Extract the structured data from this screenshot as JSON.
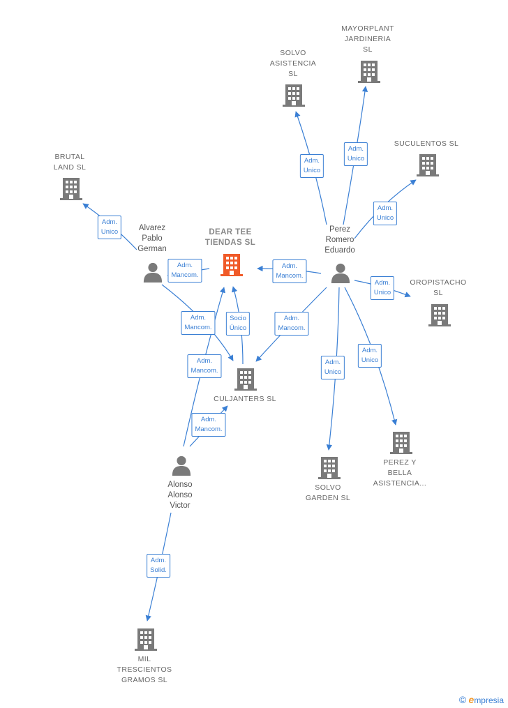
{
  "colors": {
    "edge": "#3a7fd4",
    "company": "#7a7a7a",
    "main": "#f05a28",
    "person": "#7a7a7a"
  },
  "nodes": {
    "dear_tee": {
      "label": "DEAR TEE\nTIENDAS  SL",
      "type": "main"
    },
    "culjanters": {
      "label": "CULJANTERS SL",
      "type": "company"
    },
    "solvo_asist": {
      "label": "SOLVO\nASISTENCIA\nSL",
      "type": "company"
    },
    "mayorplant": {
      "label": "MAYORPLANT\nJARDINERIA\nSL",
      "type": "company"
    },
    "suculentos": {
      "label": "SUCULENTOS SL",
      "type": "company"
    },
    "brutal": {
      "label": "BRUTAL\nLAND  SL",
      "type": "company"
    },
    "oropistacho": {
      "label": "OROPISTACHO\nSL",
      "type": "company"
    },
    "solvo_garden": {
      "label": "SOLVO\nGARDEN  SL",
      "type": "company"
    },
    "perez_bella": {
      "label": "PEREZ Y\nBELLA\nASISTENCIA...",
      "type": "company"
    },
    "mil": {
      "label": "MIL\nTRESCIENTOS\nGRAMOS  SL",
      "type": "company"
    },
    "alvarez": {
      "label": "Alvarez\nPablo\nGerman",
      "type": "person"
    },
    "perez": {
      "label": "Perez\nRomero\nEduardo",
      "type": "person"
    },
    "alonso": {
      "label": "Alonso\nAlonso\nVictor",
      "type": "person"
    }
  },
  "roles": {
    "r_solvo_asist": "Adm.\nUnico",
    "r_mayorplant": "Adm.\nUnico",
    "r_suculentos": "Adm.\nUnico",
    "r_brutal": "Adm.\nUnico",
    "r_oropistacho": "Adm.\nUnico",
    "r_solvo_garden": "Adm.\nUnico",
    "r_perez_bella": "Adm.\nUnico",
    "r_alvarez_dear": "Adm.\nMancom.",
    "r_perez_dear": "Adm.\nMancom.",
    "r_perez_cul": "Adm.\nMancom.",
    "r_alvarez_cul": "Adm.\nMancom.",
    "r_socio": "Socio\nÚnico",
    "r_alonso_dear": "Adm.\nMancom.",
    "r_alonso_cul": "Adm.\nMancom.",
    "r_mil": "Adm.\nSolid."
  },
  "footer": {
    "copyright": "©",
    "brand_initial": "e",
    "brand_rest": "mpresia"
  }
}
